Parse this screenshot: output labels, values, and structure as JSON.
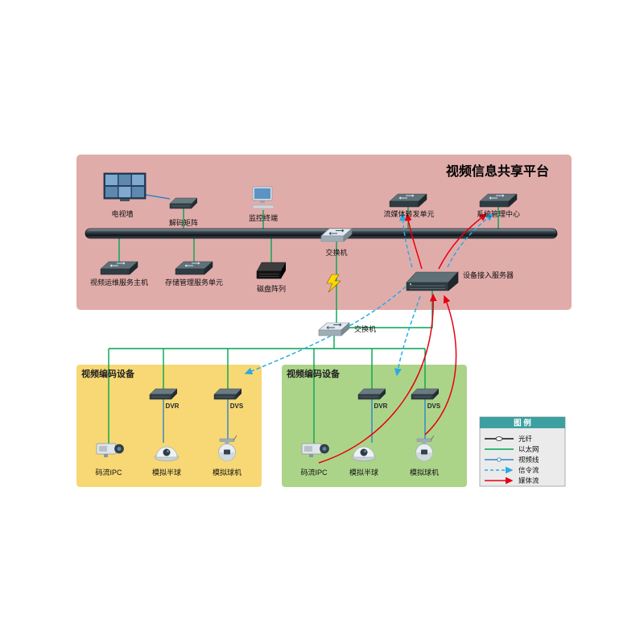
{
  "platform": {
    "title": "视频信息共享平台",
    "tv_wall": "电视墙",
    "decode_matrix": "解码矩阵",
    "monitor_terminal": "监控终端",
    "stream_forward_unit": "流媒体转发单元",
    "system_mgmt_center": "系统管理中心",
    "switch_top": "交换机",
    "video_ops_host": "视频运维服务主机",
    "storage_mgmt_unit": "存储管理服务单元",
    "disk_array": "磁盘阵列",
    "device_access_server": "设备接入服务器"
  },
  "core": {
    "switch_mid": "交换机"
  },
  "encoders_left": {
    "title": "视频编码设备",
    "dvr": "DVR",
    "dvs": "DVS",
    "ipc": "码流IPC",
    "dome": "模拟半球",
    "ptz": "模拟球机"
  },
  "encoders_right": {
    "title": "视频编码设备",
    "dvr": "DVR",
    "dvs": "DVS",
    "ipc": "码流IPC",
    "dome": "模拟半球",
    "ptz": "模拟球机"
  },
  "legend": {
    "title": "图 例",
    "items": [
      {
        "label": "光纤",
        "style": "fiber-black"
      },
      {
        "label": "以太网",
        "style": "ethernet-green"
      },
      {
        "label": "视频线",
        "style": "video-blue-solid"
      },
      {
        "label": "信令流",
        "style": "signal-blue-dashed-arrow"
      },
      {
        "label": "媒体流",
        "style": "media-red-arrow"
      }
    ]
  },
  "colors": {
    "platform_bg": "#e0acaa",
    "encoders_left_bg": "#f7d874",
    "encoders_right_bg": "#acd489",
    "fiber": "#111111",
    "ethernet": "#00a651",
    "video_line": "#2e86c8",
    "signal_flow": "#29abe2",
    "media_flow": "#e60012",
    "legend_header": "#3da0a0",
    "lightning": "#ffd800"
  }
}
